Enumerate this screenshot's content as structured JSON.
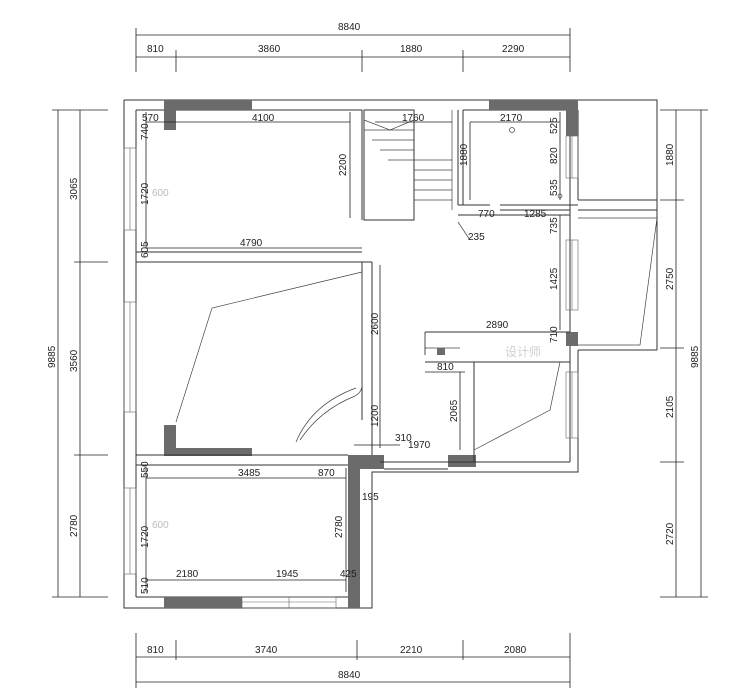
{
  "top_dims": {
    "total": "8840",
    "seg1": "810",
    "seg2": "3860",
    "seg3": "1880",
    "seg4": "2290"
  },
  "bottom_dims": {
    "total": "8840",
    "seg1": "810",
    "seg2": "3740",
    "seg3": "2210",
    "seg4": "2080"
  },
  "left_dims": {
    "total": "9885",
    "seg1": "3065",
    "seg2": "3560",
    "seg3": "2780"
  },
  "right_dims": {
    "total": "9885",
    "seg1": "1880",
    "seg2": "2750",
    "seg3": "2105",
    "seg4": "2720"
  },
  "interior": {
    "d570": "570",
    "d740": "740",
    "d4100": "4100",
    "d1720a": "1720",
    "d600a": "600",
    "d2200": "2200",
    "d605": "605",
    "d4790": "4790",
    "d1760": "1760",
    "d1880": "1880",
    "d2170": "2170",
    "d525": "525",
    "d820": "820",
    "d535": "535",
    "d770": "770",
    "d1285": "1285",
    "d735": "735",
    "d235": "235",
    "d1425": "1425",
    "d2600": "2600",
    "d2890": "2890",
    "d710": "710",
    "d810": "810",
    "d1200": "1200",
    "d2065": "2065",
    "d310": "310",
    "d1970": "1970",
    "d550": "550",
    "d3485": "3485",
    "d870": "870",
    "d195": "195",
    "d1720b": "1720",
    "d600b": "600",
    "d2780": "2780",
    "d510": "510",
    "d2180": "2180",
    "d1945": "1945",
    "d425": "425"
  },
  "watermark": "设计师"
}
